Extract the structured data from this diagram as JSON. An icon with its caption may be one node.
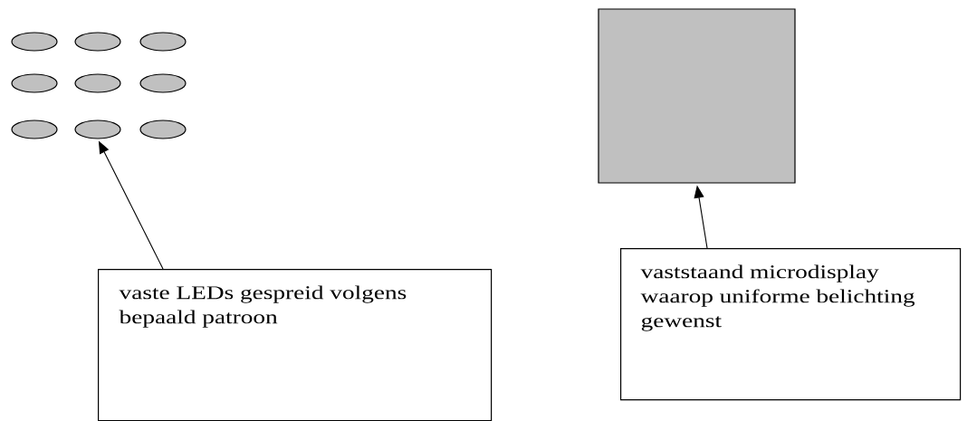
{
  "diagram": {
    "nodes": [
      {
        "text": [],
        "shape": "ellipse"
      },
      {
        "text": [],
        "shape": "ellipse"
      },
      {
        "text": [],
        "shape": "ellipse"
      },
      {
        "text": [],
        "shape": "ellipse"
      },
      {
        "text": [],
        "shape": "ellipse"
      },
      {
        "text": [],
        "shape": "ellipse"
      },
      {
        "text": [],
        "shape": "ellipse"
      },
      {
        "text": [],
        "shape": "ellipse"
      },
      {
        "text": [],
        "shape": "ellipse"
      },
      {
        "text": [],
        "shape": "box"
      },
      {
        "text": [
          "vaste LEDs gespreid volgens bepaald patroon"
        ]
      },
      {
        "text": [
          "vaststaand microdisplay waarop uniforme belichting gewenst"
        ]
      }
    ],
    "edges": [
      {
        "from": 10,
        "to": 7,
        "arrow": "to"
      },
      {
        "from": 11,
        "to": 9,
        "arrow": "to"
      }
    ]
  }
}
